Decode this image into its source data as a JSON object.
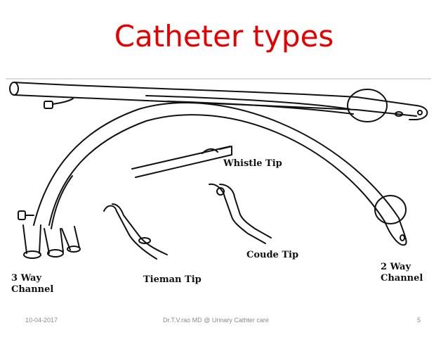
{
  "slide": {
    "title": "Catheter types",
    "title_color": "#e60000"
  },
  "figure": {
    "labels": {
      "whistle_tip": "Whistle Tip",
      "coude_tip": "Coude Tip",
      "tieman_tip": "Tieman Tip",
      "three_way_line1": "3 Way",
      "three_way_line2": "Channel",
      "two_way_line1": "2 Way",
      "two_way_line2": "Channel"
    }
  },
  "footer": {
    "date": "10-04-2017",
    "author": "Dr.T.V.rao MD @ Urinary Cathter care",
    "page_number": "5"
  }
}
